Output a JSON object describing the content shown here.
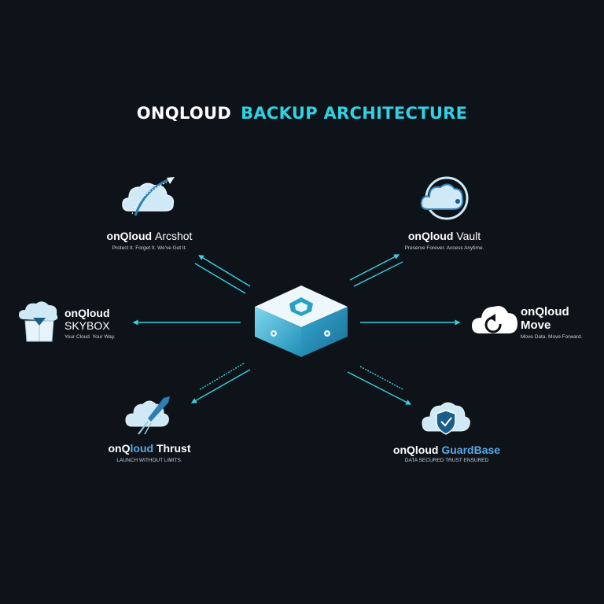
{
  "title": {
    "part1": "ONQLOUD",
    "part2": "BACKUP ARCHITECTURE"
  },
  "colors": {
    "background": "#0e1319",
    "accent": "#2fd1e2",
    "cloud": "#bfe3f6",
    "hub_top": "#e6f4fa",
    "hub_side": "#2aa8cf"
  },
  "products": {
    "arcshot": {
      "brand": "onQloud",
      "name": "Arcshot",
      "tagline": "Protect It. Forget It. We've Got It.",
      "icon": "cloud-arrow-icon"
    },
    "vault": {
      "brand": "onQloud",
      "name": "Vault",
      "tagline": "Preserve Forever. Access Anytime.",
      "icon": "cloud-vault-icon"
    },
    "skybox": {
      "brand": "onQloud",
      "name": "SKYBOX",
      "tagline": "Your Cloud. Your Way.",
      "icon": "cloud-box-icon"
    },
    "move": {
      "brand": "onQloud",
      "name": "Move",
      "tagline": "Move Data. Move Forward.",
      "icon": "cloud-refresh-icon"
    },
    "thrust": {
      "brand": "onQ",
      "name_accent": "loud",
      "name": "Thrust",
      "tagline": "LAUNCH WITHOUT LIMITS.",
      "icon": "cloud-rocket-icon"
    },
    "guardbase": {
      "brand": "onQloud",
      "name": "GuardBase",
      "tagline": "DATA SECURED TRUST ENSURED",
      "icon": "cloud-shield-icon"
    }
  },
  "hub": {
    "icon": "server-hub-icon"
  }
}
